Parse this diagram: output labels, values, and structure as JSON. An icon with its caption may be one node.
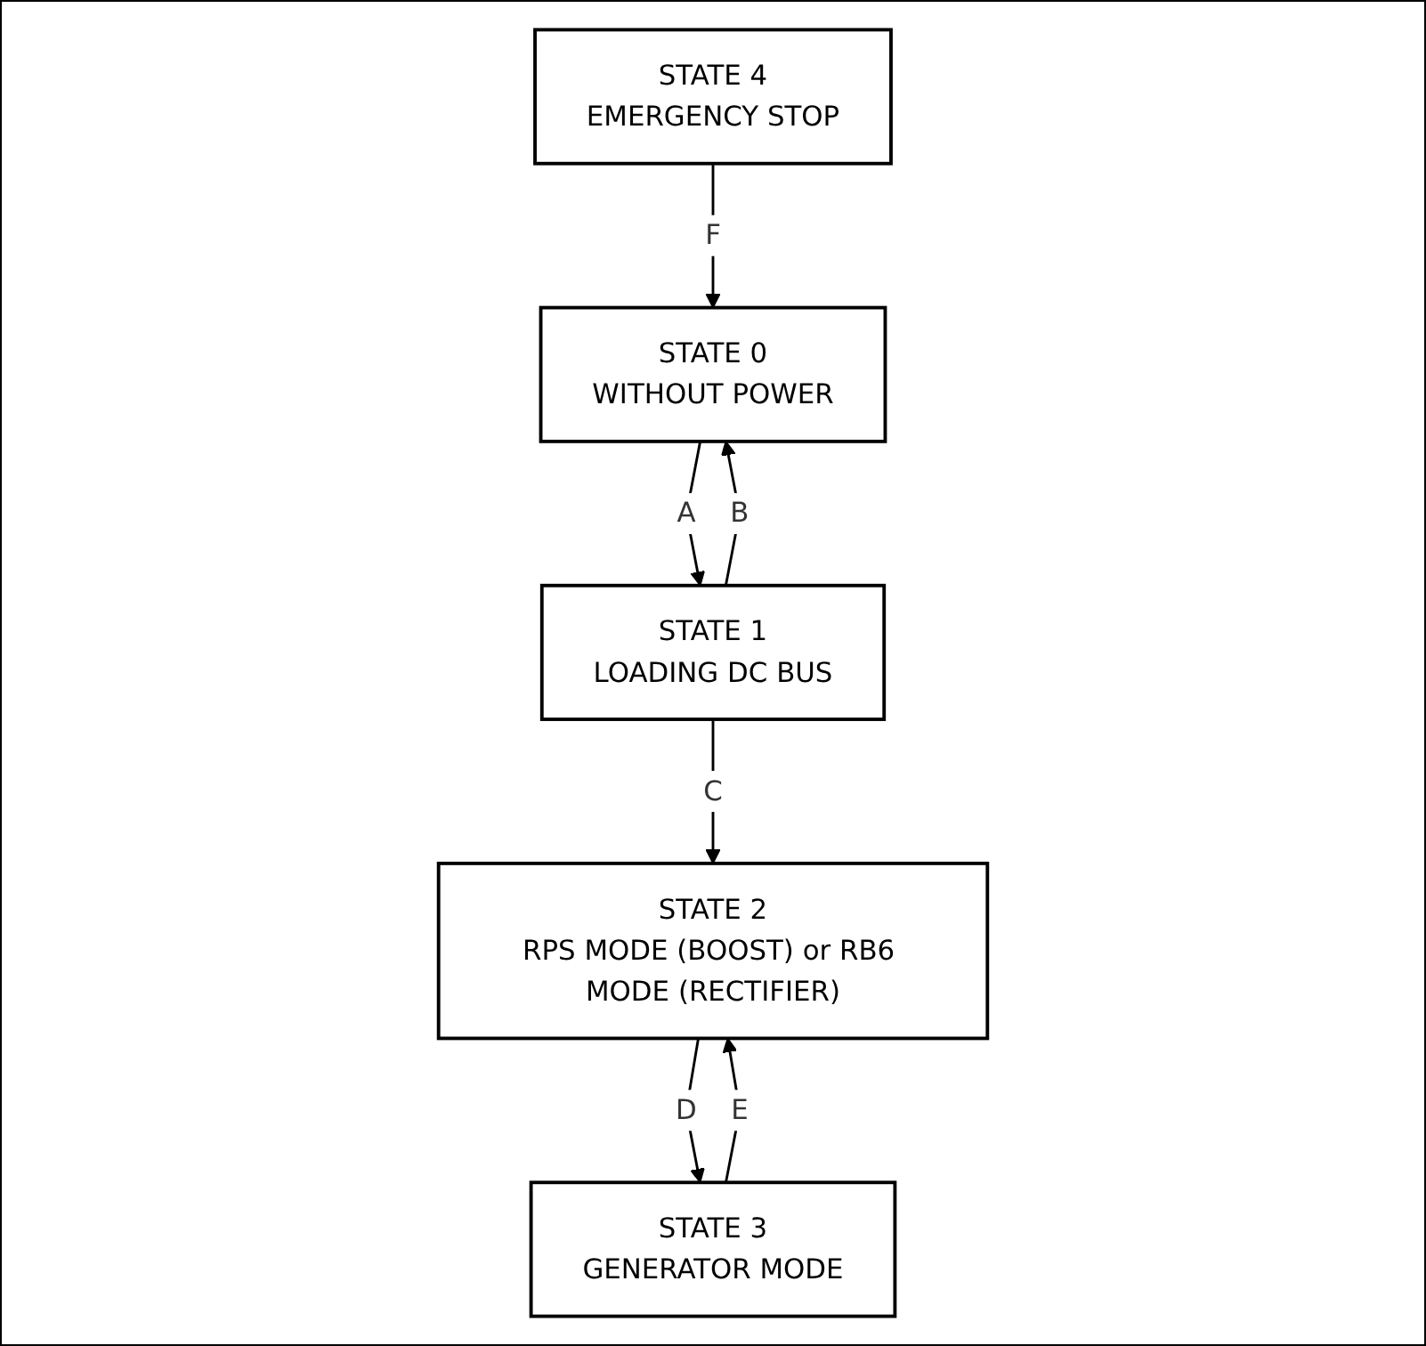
{
  "diagram": {
    "nodes": [
      {
        "text": [
          "STATE 0",
          "WITHOUT POWER"
        ]
      },
      {
        "text": [
          "STATE 1",
          "LOADING DC BUS"
        ]
      },
      {
        "text": [
          "STATE 2",
          "RPS MODE (BOOST) or RB6 MODE (RECTIFIER)"
        ]
      },
      {
        "text": [
          "STATE 3",
          "GENERATOR MODE"
        ]
      },
      {
        "text": [
          "STATE 4",
          "EMERGENCY STOP"
        ]
      }
    ],
    "edges": [
      {
        "from": 0,
        "to": 1,
        "arrow": "to",
        "label": "A"
      },
      {
        "from": 1,
        "to": 0,
        "arrow": "to",
        "label": "B"
      },
      {
        "from": 1,
        "to": 2,
        "arrow": "to",
        "label": "C"
      },
      {
        "from": 2,
        "to": 3,
        "arrow": "to",
        "label": "D"
      },
      {
        "from": 3,
        "to": 2,
        "arrow": "to",
        "label": "E"
      },
      {
        "from": 4,
        "to": 0,
        "arrow": "to",
        "label": "F"
      }
    ]
  }
}
